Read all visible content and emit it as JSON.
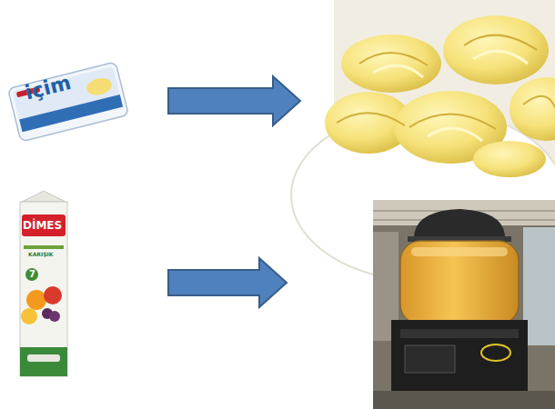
{
  "diagram": {
    "labels": [
      "içim",
      "DİMES",
      "KARIŞIK",
      "7"
    ]
  }
}
